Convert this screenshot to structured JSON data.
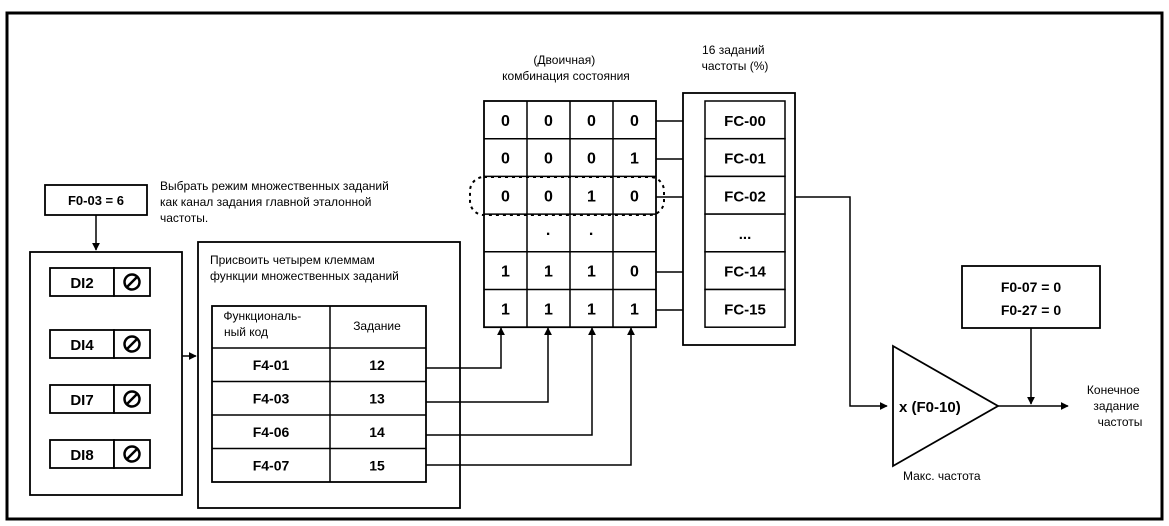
{
  "selector": {
    "label": "F0-03 = 6",
    "note": [
      "Выбрать режим множественных заданий",
      "как канал задания главной эталонной",
      "частоты."
    ]
  },
  "terminals": [
    "DI2",
    "DI4",
    "DI7",
    "DI8"
  ],
  "assign": {
    "caption": [
      "Присвоить четырем клеммам",
      "функции множественных заданий"
    ],
    "col_code": [
      "Функциональ-",
      "ный код"
    ],
    "col_value": "Задание",
    "rows": [
      {
        "code": "F4-01",
        "value": "12"
      },
      {
        "code": "F4-03",
        "value": "13"
      },
      {
        "code": "F4-06",
        "value": "14"
      },
      {
        "code": "F4-07",
        "value": "15"
      }
    ]
  },
  "binary": {
    "caption": [
      "(Двоичная)",
      "комбинация состояния"
    ],
    "rows": [
      [
        "0",
        "0",
        "0",
        "0"
      ],
      [
        "0",
        "0",
        "0",
        "1"
      ],
      [
        "0",
        "0",
        "1",
        "0"
      ],
      [
        "",
        "·",
        "·",
        ""
      ],
      [
        "1",
        "1",
        "1",
        "0"
      ],
      [
        "1",
        "1",
        "1",
        "1"
      ]
    ]
  },
  "presets": {
    "caption": [
      "16 заданий",
      "частоты (%)"
    ],
    "items": [
      "FC-00",
      "FC-01",
      "FC-02",
      "...",
      "FC-14",
      "FC-15"
    ]
  },
  "params": [
    "F0-07 = 0",
    "F0-27 = 0"
  ],
  "amplifier": {
    "label": "x (F0-10)",
    "caption": "Макс. частота"
  },
  "output": [
    "Конечное",
    "задание",
    "частоты"
  ]
}
